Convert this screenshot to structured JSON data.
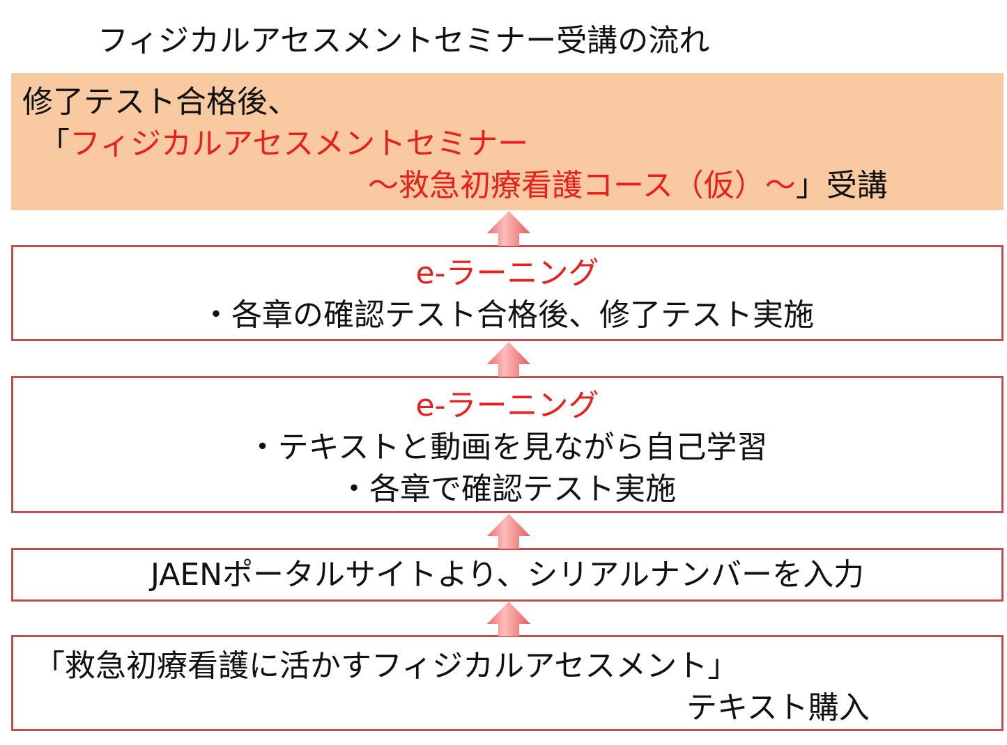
{
  "title": "フィジカルアセスメントセミナー受講の流れ",
  "steps": [
    {
      "line1": "修了テスト合格後、",
      "line2_prefix": "「",
      "line2_red": "フィジカルアセスメントセミナー",
      "line3_red": "～救急初療看護コース（仮）～",
      "line3_suffix": "」受講"
    },
    {
      "heading": "e-ラーニング",
      "bullets": [
        "・各章の確認テスト合格後、修了テスト実施"
      ]
    },
    {
      "heading": "e-ラーニング",
      "bullets": [
        "・テキストと動画を見ながら自己学習",
        "・各章で確認テスト実施"
      ]
    },
    {
      "text": "JAENポータルサイトより、シリアルナンバーを入力"
    },
    {
      "line1": "「救急初療看護に活かすフィジカルアセスメント」",
      "line2": "テキスト購入"
    }
  ],
  "colors": {
    "accent_red": "#e8201b",
    "border": "#c0504d",
    "highlight_fill": "#f9c9a1",
    "arrow": "#f08080"
  }
}
